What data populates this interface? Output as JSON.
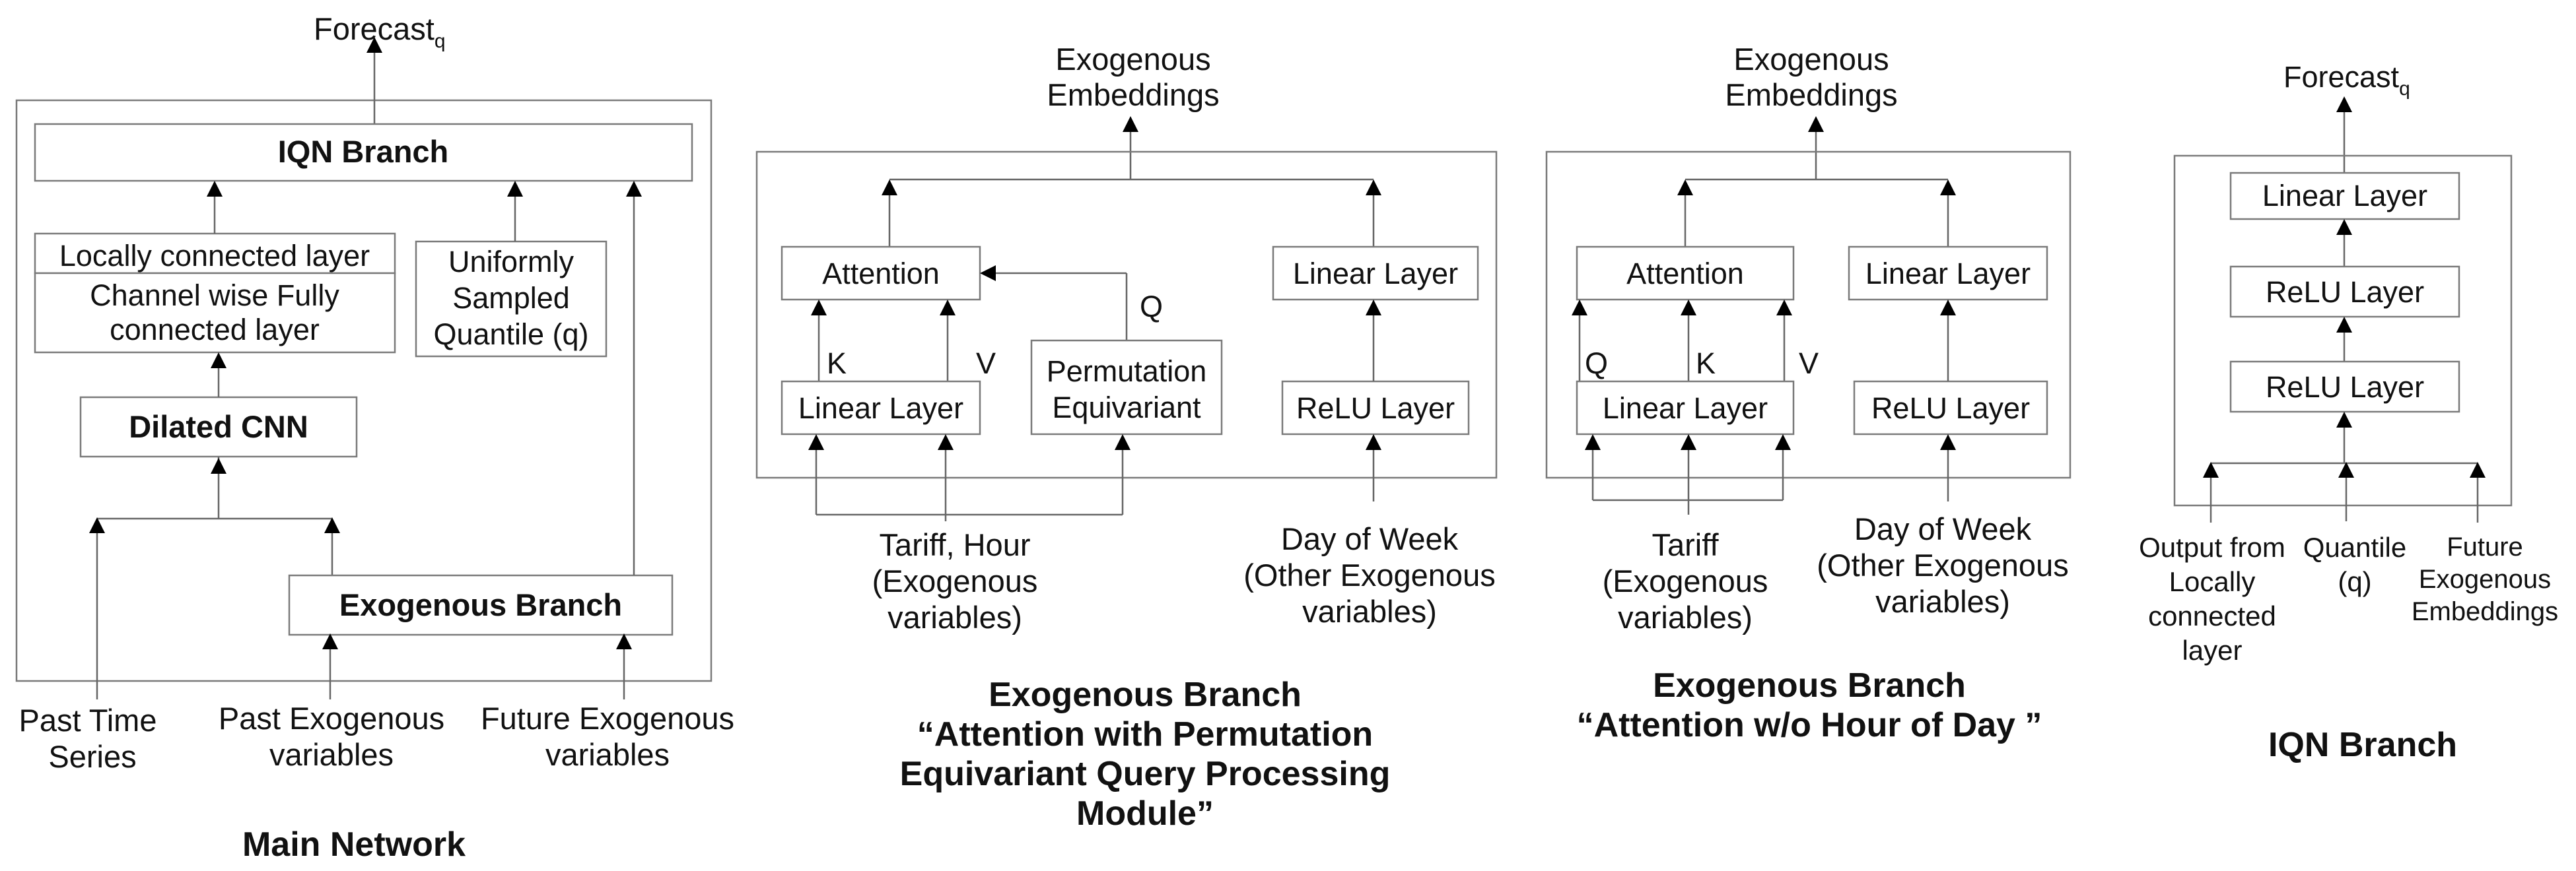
{
  "main_network": {
    "forecast": "Forecast",
    "forecast_sub": "q",
    "iqn_branch": "IQN Branch",
    "locally_connected": "Locally connected layer",
    "channel_wise_1": "Channel wise Fully",
    "channel_wise_2": "connected layer",
    "uniform_1": "Uniformly",
    "uniform_2": "Sampled",
    "uniform_3": "Quantile (q)",
    "dilated_cnn": "Dilated CNN",
    "exogenous_branch": "Exogenous Branch",
    "past_ts_1": "Past Time",
    "past_ts_2": "Series",
    "past_exo_1": "Past Exogenous",
    "past_exo_2": "variables",
    "future_exo_1": "Future Exogenous",
    "future_exo_2": "variables",
    "caption": "Main Network"
  },
  "exo_attention_perm": {
    "out_1": "Exogenous",
    "out_2": "Embeddings",
    "attention": "Attention",
    "linear_top": "Linear Layer",
    "q_label": "Q",
    "k_label": "K",
    "v_label": "V",
    "linear_bottom": "Linear Layer",
    "perm_1": "Permutation",
    "perm_2": "Equivariant",
    "relu": "ReLU Layer",
    "in1_1": "Tariff, Hour",
    "in1_2": "(Exogenous",
    "in1_3": "variables)",
    "in2_1": "Day of Week",
    "in2_2": "(Other Exogenous",
    "in2_3": "variables)",
    "caption_1": "Exogenous Branch",
    "caption_2": "“Attention with Permutation",
    "caption_3": "Equivariant Query Processing",
    "caption_4": "Module”"
  },
  "exo_attention_noh": {
    "out_1": "Exogenous",
    "out_2": "Embeddings",
    "attention": "Attention",
    "linear_top": "Linear Layer",
    "q_label": "Q",
    "k_label": "K",
    "v_label": "V",
    "linear_bottom": "Linear Layer",
    "relu": "ReLU Layer",
    "in1_1": "Tariff",
    "in1_2": "(Exogenous",
    "in1_3": "variables)",
    "in2_1": "Day of Week",
    "in2_2": "(Other Exogenous",
    "in2_3": "variables)",
    "caption_1": "Exogenous Branch",
    "caption_2": "“Attention w/o Hour of Day ”"
  },
  "iqn": {
    "forecast": "Forecast",
    "forecast_sub": "q",
    "linear": "Linear Layer",
    "relu1": "ReLU Layer",
    "relu2": "ReLU Layer",
    "in1_1": "Output from",
    "in1_2": "Locally",
    "in1_3": "connected",
    "in1_4": "layer",
    "in2_1": "Quantile",
    "in2_2": "(q)",
    "in3_1": "Future",
    "in3_2": "Exogenous",
    "in3_3": "Embeddings",
    "caption": "IQN Branch"
  }
}
